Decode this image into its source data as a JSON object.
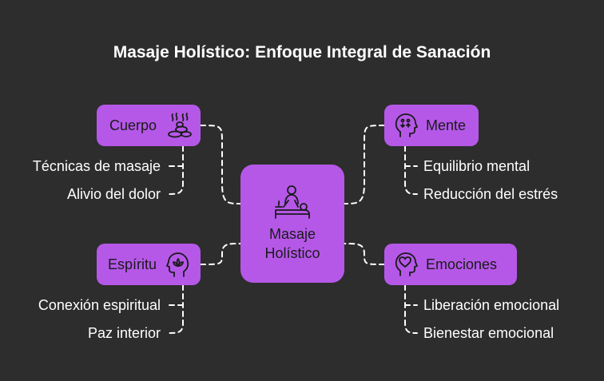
{
  "title": "Masaje Holístico: Enfoque Integral de Sanación",
  "center": {
    "line1": "Masaje",
    "line2": "Holístico",
    "icon": "massage-icon"
  },
  "branches": {
    "cuerpo": {
      "label": "Cuerpo",
      "icon": "aromatherapy-stones-icon",
      "items": [
        "Técnicas de masaje",
        "Alivio del dolor"
      ]
    },
    "mente": {
      "label": "Mente",
      "icon": "head-mind-icon",
      "items": [
        "Equilibrio mental",
        "Reducción del estrés"
      ]
    },
    "espiritu": {
      "label": "Espíritu",
      "icon": "head-lotus-icon",
      "items": [
        "Conexión espiritual",
        "Paz interior"
      ]
    },
    "emociones": {
      "label": "Emociones",
      "icon": "head-heart-icon",
      "items": [
        "Liberación emocional",
        "Bienestar emocional"
      ]
    }
  },
  "colors": {
    "background": "#2d2d2d",
    "node": "#b558e8",
    "connector": "#ffffff",
    "text_dark": "#1a1a1a",
    "text_light": "#ffffff"
  }
}
